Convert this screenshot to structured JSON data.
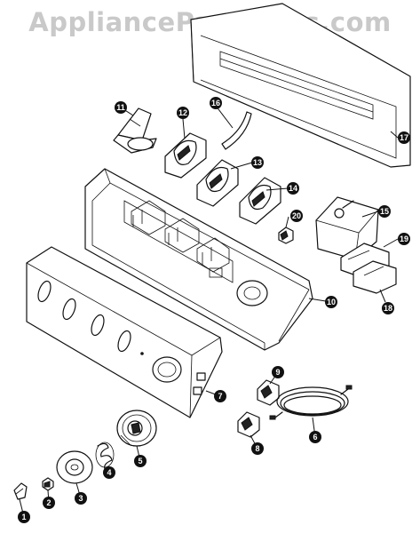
{
  "watermark": "AppliancePartsPros.com",
  "callouts": [
    "1",
    "2",
    "3",
    "4",
    "5",
    "6",
    "7",
    "8",
    "9",
    "10",
    "11",
    "12",
    "13",
    "14",
    "15",
    "16",
    "17",
    "18",
    "19",
    "20"
  ],
  "colors": {
    "line": "#111111",
    "watermark": "#c9c9c9",
    "callout_fill": "#111111",
    "background": "#ffffff"
  }
}
